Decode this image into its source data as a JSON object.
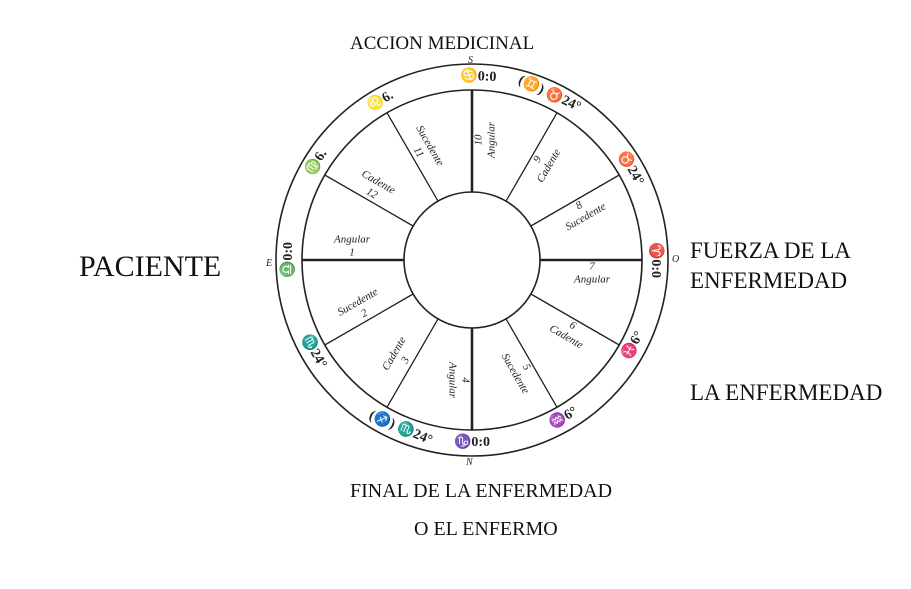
{
  "labels": {
    "top": "ACCION MEDICINAL",
    "left": "PACIENTE",
    "right_line1": "FUERZA DE LA",
    "right_line2": "ENFERMEDAD",
    "right_lower": "LA ENFERMEDAD",
    "bottom_line1": "FINAL DE LA ENFERMEDAD",
    "bottom_line2": "O EL ENFERMO"
  },
  "cardinals": {
    "south": "S",
    "north": "N",
    "east": "E",
    "west": "O"
  },
  "houses": [
    {
      "number": "1",
      "type": "Angular"
    },
    {
      "number": "2",
      "type": "Sucedente"
    },
    {
      "number": "3",
      "type": "Cadente"
    },
    {
      "number": "4",
      "type": "Angular"
    },
    {
      "number": "5",
      "type": "Sucedente"
    },
    {
      "number": "6",
      "type": "Cadente"
    },
    {
      "number": "7",
      "type": "Angular"
    },
    {
      "number": "8",
      "type": "Sucedente"
    },
    {
      "number": "9",
      "type": "Cadente"
    },
    {
      "number": "10",
      "type": "Angular"
    },
    {
      "number": "11",
      "type": "Sucedente"
    },
    {
      "number": "12",
      "type": "Cadente"
    }
  ],
  "ring_signs": [
    "♎0:0",
    "♏24°",
    "(♐) ♏24°",
    "♑0:0",
    "♒6°",
    "♓6°",
    "♈0:0",
    "♉24°",
    "(♊) ♉24°",
    "♋0:0",
    "♌6.",
    "♍6."
  ]
}
